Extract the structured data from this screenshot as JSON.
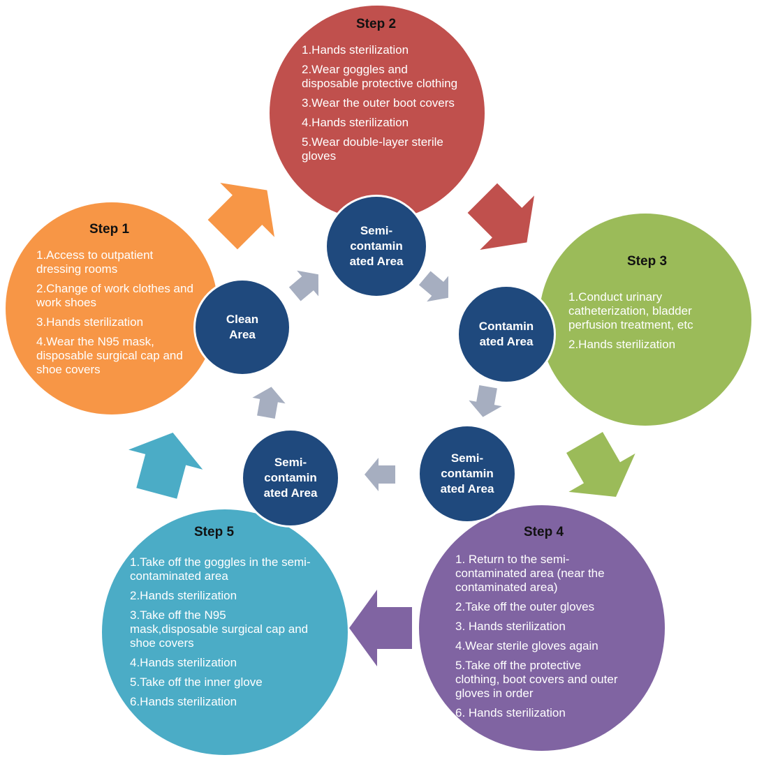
{
  "colors": {
    "step1": "#F79646",
    "step2": "#C0504D",
    "step3": "#9BBB59",
    "step4": "#8064A2",
    "step5": "#4BACC6",
    "zone": "#1F497D",
    "inner_arrow": "#A6AEC0"
  },
  "steps": [
    {
      "title": "Step 1",
      "items": [
        "1.Access to outpatient dressing rooms",
        "2.Change of work clothes and work shoes",
        "3.Hands sterilization",
        "4.Wear  the N95 mask, disposable surgical cap and shoe covers"
      ]
    },
    {
      "title": "Step 2",
      "items": [
        "1.Hands sterilization",
        "2.Wear goggles and disposable protective clothing",
        "3.Wear the outer boot covers",
        "4.Hands sterilization",
        "5.Wear double-layer sterile gloves"
      ]
    },
    {
      "title": "Step 3",
      "items": [
        "1.Conduct urinary catheterization, bladder perfusion treatment, etc",
        "2.Hands sterilization"
      ]
    },
    {
      "title": "Step 4",
      "items": [
        "1. Return to the semi-contaminated area (near the contaminated area)",
        "2.Take off the outer gloves",
        "3. Hands sterilization",
        "4.Wear sterile gloves again",
        "5.Take off the protective clothing, boot covers and outer gloves in order",
        "6. Hands sterilization"
      ]
    },
    {
      "title": "Step 5",
      "items": [
        "1.Take off the goggles in the semi-contaminated area",
        "2.Hands sterilization",
        "3.Take off the N95 mask,disposable surgical cap and shoe covers",
        "4.Hands sterilization",
        "5.Take off  the inner glove",
        "6.Hands sterilization"
      ]
    }
  ],
  "zones": [
    {
      "lines": [
        "Clean",
        "Area"
      ]
    },
    {
      "lines": [
        "Semi-",
        "contamin",
        "ated Area"
      ]
    },
    {
      "lines": [
        "Contamin",
        "ated Area"
      ]
    },
    {
      "lines": [
        "Semi-",
        "contamin",
        "ated Area"
      ]
    },
    {
      "lines": [
        "Semi-",
        "contamin",
        "ated Area"
      ]
    }
  ]
}
